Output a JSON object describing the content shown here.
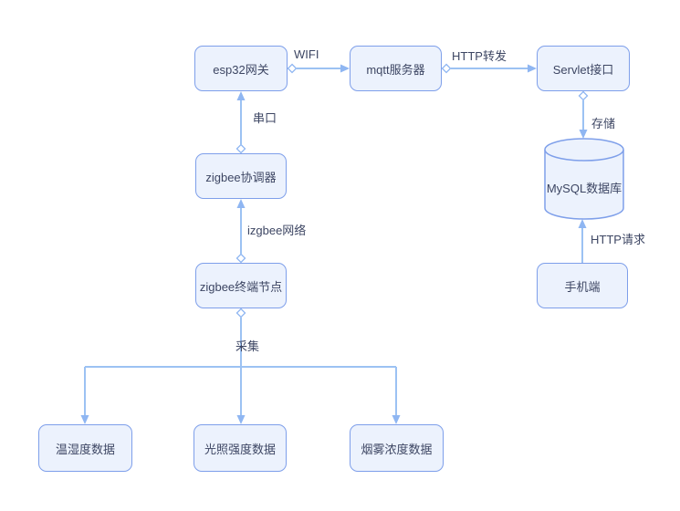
{
  "diagram": {
    "type": "flowchart",
    "nodes": {
      "esp32_gateway": {
        "label": "esp32网关",
        "shape": "rect"
      },
      "mqtt_server": {
        "label": "mqtt服务器",
        "shape": "rect"
      },
      "servlet_api": {
        "label": "Servlet接口",
        "shape": "rect"
      },
      "mysql_db": {
        "label": "MySQL数据库",
        "shape": "cylinder"
      },
      "mobile_client": {
        "label": "手机端",
        "shape": "rect"
      },
      "zigbee_coordinator": {
        "label": "zigbee协调器",
        "shape": "rect"
      },
      "zigbee_end_node": {
        "label": "zigbee终端节点",
        "shape": "rect"
      },
      "temp_humidity_data": {
        "label": "温湿度数据",
        "shape": "rect"
      },
      "light_intensity_data": {
        "label": "光照强度数据",
        "shape": "rect"
      },
      "smoke_density_data": {
        "label": "烟雾浓度数据",
        "shape": "rect"
      }
    },
    "edges": {
      "wifi": {
        "label": "WIFI",
        "from": "esp32_gateway",
        "to": "mqtt_server"
      },
      "http_forward": {
        "label": "HTTP转发",
        "from": "mqtt_server",
        "to": "servlet_api"
      },
      "serial_port": {
        "label": "串口",
        "from": "zigbee_coordinator",
        "to": "esp32_gateway"
      },
      "store": {
        "label": "存储",
        "from": "servlet_api",
        "to": "mysql_db"
      },
      "zigbee_network": {
        "label": "izgbee网络",
        "from": "zigbee_end_node",
        "to": "zigbee_coordinator"
      },
      "http_request": {
        "label": "HTTP请求",
        "from": "mobile_client",
        "to": "mysql_db"
      },
      "collect": {
        "label": "采集",
        "from": "zigbee_end_node",
        "to": [
          "temp_humidity_data",
          "light_intensity_data",
          "smoke_density_data"
        ]
      }
    },
    "colors": {
      "node_border": "#7e9fea",
      "node_fill": "#ecf2fd",
      "line": "#9cc2f3",
      "arrow": "#8fb6f2",
      "text": "#3d4663",
      "background": "#ffffff"
    }
  }
}
